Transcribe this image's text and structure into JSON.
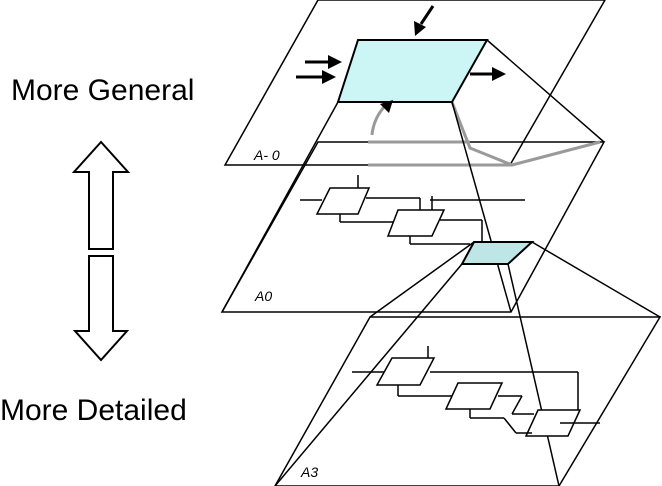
{
  "labels": {
    "top": "More General",
    "bottom": "More Detailed"
  },
  "planes": [
    {
      "id": "A-0",
      "label": "A- 0"
    },
    {
      "id": "A0",
      "label": "A0"
    },
    {
      "id": "A3",
      "label": "A3"
    }
  ],
  "colors": {
    "highlight_box": "#ccf5f5",
    "highlight_box_mid": "#bfe6e6",
    "line": "#000000",
    "faded_line": "#9a9a9a"
  }
}
